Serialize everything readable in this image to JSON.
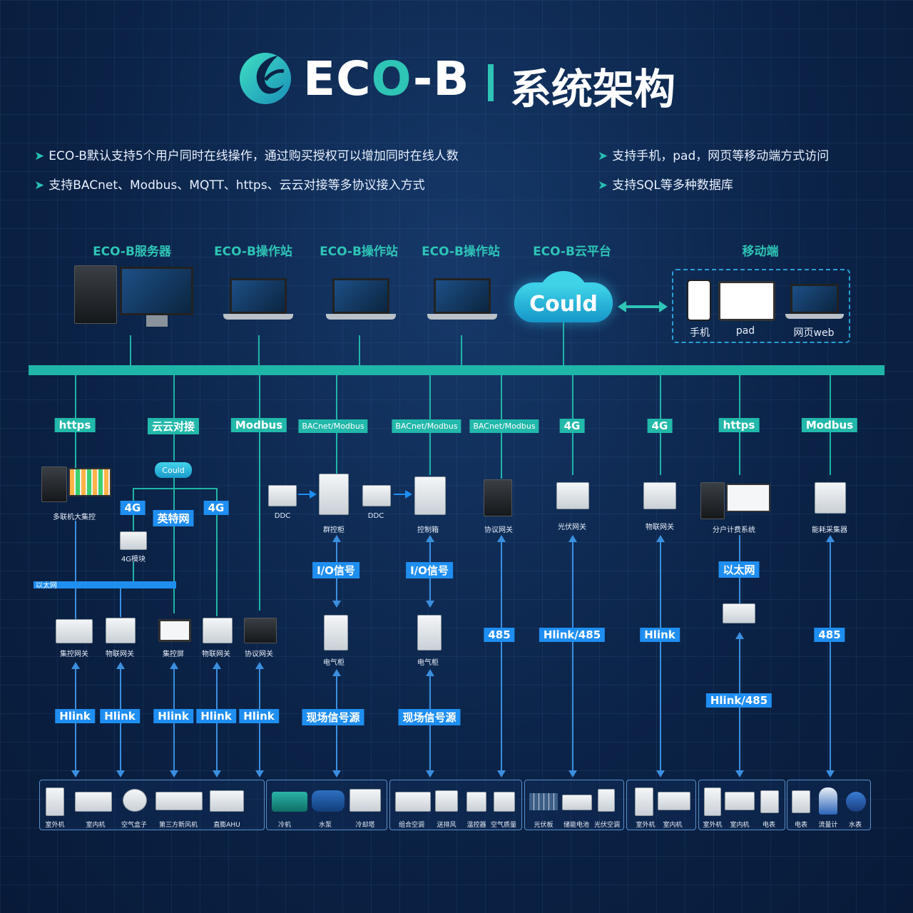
{
  "header": {
    "brand": "ECO-B",
    "brand_parts": [
      "EC",
      "O",
      "-B"
    ],
    "title": "系统架构"
  },
  "features": [
    "ECO-B默认支持5个用户同时在线操作，通过购买授权可以增加同时在线人数",
    "支持BACnet、Modbus、MQTT、https、云云对接等多协议接入方式",
    "支持手机，pad，网页等移动端方式访问",
    "支持SQL等多种数据库"
  ],
  "top_layer": {
    "server_label": "ECO-B服务器",
    "station_labels": [
      "ECO-B操作站",
      "ECO-B操作站",
      "ECO-B操作站"
    ],
    "cloud_platform_label": "ECO-B云平台",
    "cloud_text": "Could",
    "mobile_label": "移动端",
    "mobile_items": [
      "手机",
      "pad",
      "网页web"
    ]
  },
  "protocols": [
    "https",
    "云云对接",
    "Modbus",
    "BACnet/Modbus",
    "BACnet/Modbus",
    "BACnet/Modbus",
    "4G",
    "4G",
    "https",
    "Modbus"
  ],
  "middle": {
    "small_cloud": "Could",
    "tag_4g": "4G",
    "tag_yingte": "英特网",
    "module_4g": "4G模块",
    "ethernet": "以太网",
    "multi_ac": "多联机大集控",
    "ddc": "DDC",
    "cabinet_1": "群控柜",
    "cabinet_2": "控制箱",
    "protocol_gw": "协议网关",
    "pv_gw": "光伏网关",
    "iot_gw": "物联网关",
    "metering": "分户计费系统",
    "energy": "能耗采集器",
    "io_signal": "I/O信号",
    "elec_cabinet": "电气柜",
    "field_signal": "现场信号源",
    "ethernet_tag": "以太网"
  },
  "gateways": [
    "集控网关",
    "物联网关",
    "集控屏",
    "物联网关",
    "协议网关"
  ],
  "link_tags": {
    "hlink": "Hlink",
    "r485": "485",
    "hlink485": "Hlink/485"
  },
  "bottom_groups": [
    [
      "室外机",
      "室内机",
      "空气盒子",
      "第三方新风机",
      "直膨AHU"
    ],
    [
      "冷机",
      "水泵",
      "冷却塔"
    ],
    [
      "组合空调",
      "送排风",
      "温控器",
      "空气质量"
    ],
    [
      "光伏板",
      "储能电池",
      "光伏空调"
    ],
    [
      "室外机",
      "室内机"
    ],
    [
      "室外机",
      "室内机",
      "电表"
    ],
    [
      "电表",
      "流量计",
      "水表"
    ]
  ],
  "colors": {
    "teal": "#22b8aa",
    "blue": "#1f8ef1",
    "background": "#0b2347"
  }
}
